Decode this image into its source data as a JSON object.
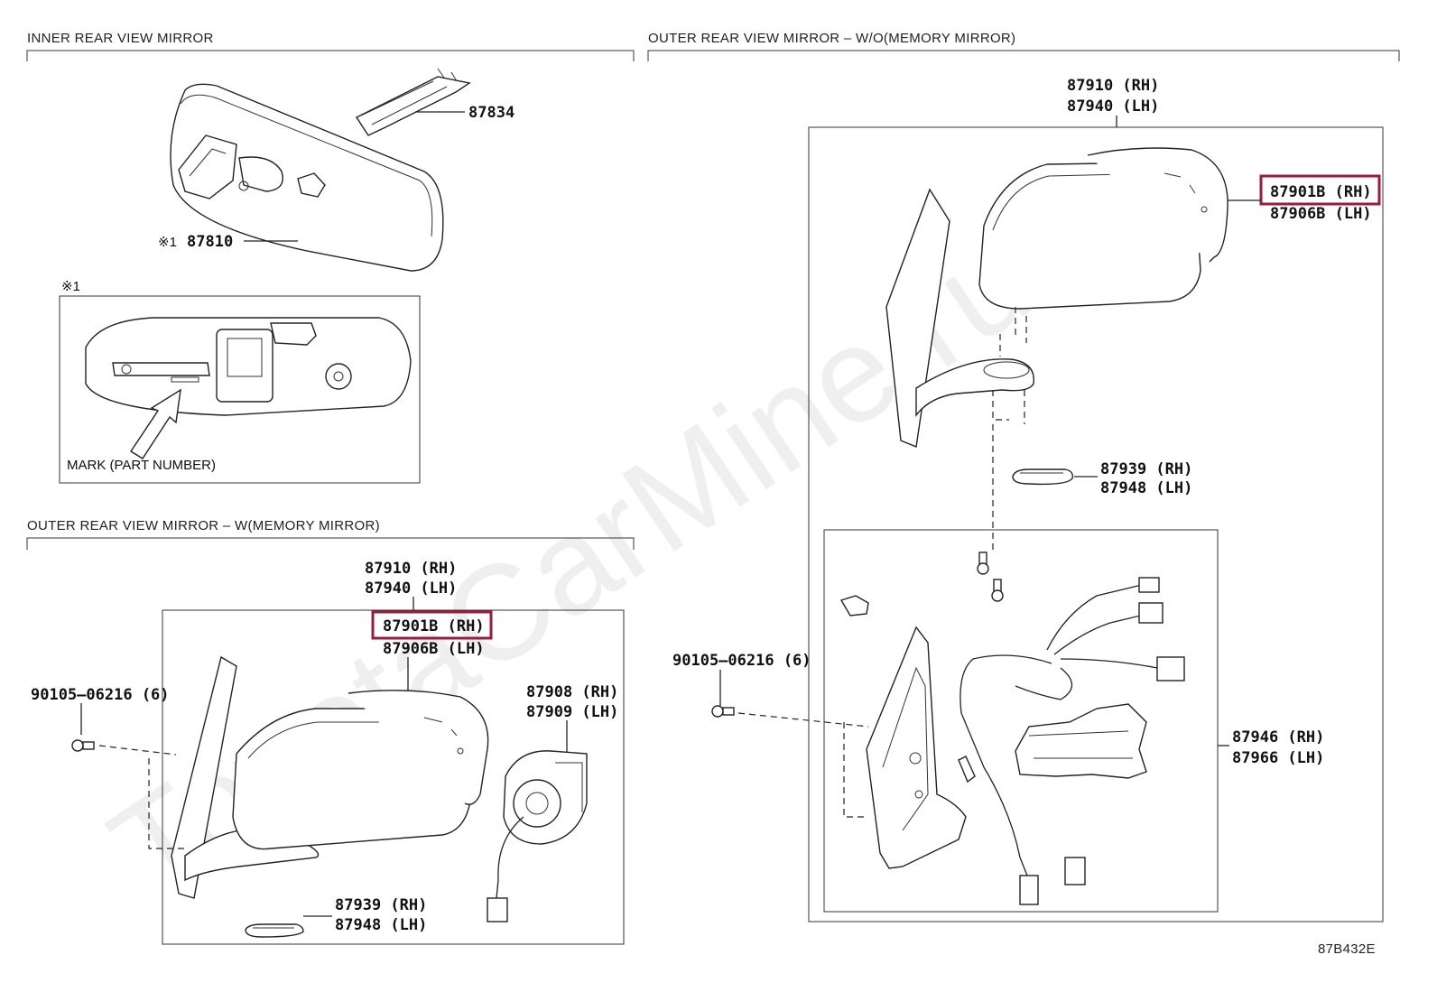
{
  "watermark": "ToyotaCarMine.ru",
  "diagram_code": "87B432E",
  "inner_view": {
    "title": "INNER REAR VIEW MIRROR",
    "bracket_part": "87834",
    "mirror_part_mark": "※1",
    "mirror_part": "87810",
    "detail_mark": "※1",
    "detail_note": "MARK (PART NUMBER)"
  },
  "memory_view": {
    "title": "OUTER REAR VIEW MIRROR – W(MEMORY MIRROR)",
    "mirror_rh": "87910 (RH)",
    "mirror_lh": "87940 (LH)",
    "cover_rh": "87901B (RH)",
    "cover_lh": "87906B (LH)",
    "screw": "90105–06216 (6)",
    "motor_rh": "87908 (RH)",
    "motor_lh": "87909 (LH)",
    "lamp_rh": "87939 (RH)",
    "lamp_lh": "87948 (LH)"
  },
  "no_memory_view": {
    "title": "OUTER REAR VIEW MIRROR – W/O(MEMORY MIRROR)",
    "mirror_rh": "87910 (RH)",
    "mirror_lh": "87940 (LH)",
    "cover_rh": "87901B (RH)",
    "cover_lh": "87906B (LH)",
    "lamp_rh": "87939 (RH)",
    "lamp_lh": "87948 (LH)",
    "screw": "90105–06216 (6)",
    "subassy_rh": "87946 (RH)",
    "subassy_lh": "87966 (LH)"
  },
  "colors": {
    "highlight": "#9b1b3a",
    "line": "#222222"
  }
}
